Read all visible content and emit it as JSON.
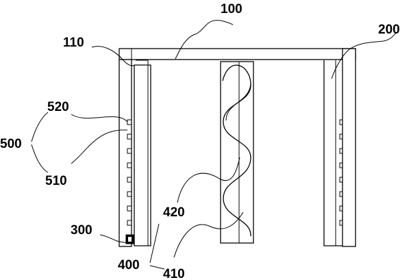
{
  "labels": {
    "l100": "100",
    "l110": "110",
    "l200": "200",
    "l520": "520",
    "l500": "500",
    "l510": "510",
    "l420": "420",
    "l300": "300",
    "l400": "400",
    "l410": "410"
  }
}
